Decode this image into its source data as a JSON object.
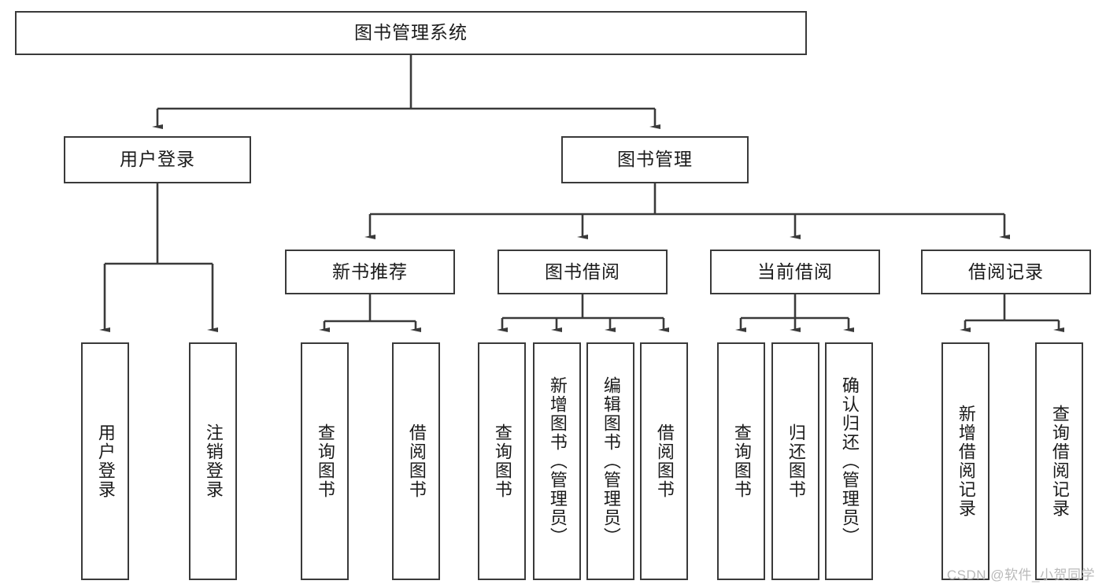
{
  "diagram": {
    "title": "图书管理系统",
    "type": "tree-hierarchy-chart",
    "watermark": "CSDN @软件_小贺同学",
    "colors": {
      "background": "#ffffff",
      "box_border": "#3a3a3a",
      "box_fill": "#ffffff",
      "connector": "#3a3a3a",
      "text": "#1b1b1b",
      "watermark": "#b9b9b9"
    },
    "nodes": {
      "root": {
        "label": "图书管理系统"
      },
      "level2": [
        {
          "label": "用户登录"
        },
        {
          "label": "图书管理"
        }
      ],
      "level3": [
        {
          "label": "新书推荐"
        },
        {
          "label": "图书借阅"
        },
        {
          "label": "当前借阅"
        },
        {
          "label": "借阅记录"
        }
      ],
      "leaves": {
        "user_login": [
          {
            "label": "用户登录"
          },
          {
            "label": "注销登录"
          }
        ],
        "new_book_recommend": [
          {
            "label": "查询图书"
          },
          {
            "label": "借阅图书"
          }
        ],
        "book_borrow": [
          {
            "label": "查询图书"
          },
          {
            "label": "新增图书（管理员）"
          },
          {
            "label": "编辑图书（管理员）"
          },
          {
            "label": "借阅图书"
          }
        ],
        "current_borrow": [
          {
            "label": "查询图书"
          },
          {
            "label": "归还图书"
          },
          {
            "label": "确认归还（管理员）"
          }
        ],
        "borrow_record": [
          {
            "label": "新增借阅记录"
          },
          {
            "label": "查询借阅记录"
          }
        ]
      }
    }
  }
}
